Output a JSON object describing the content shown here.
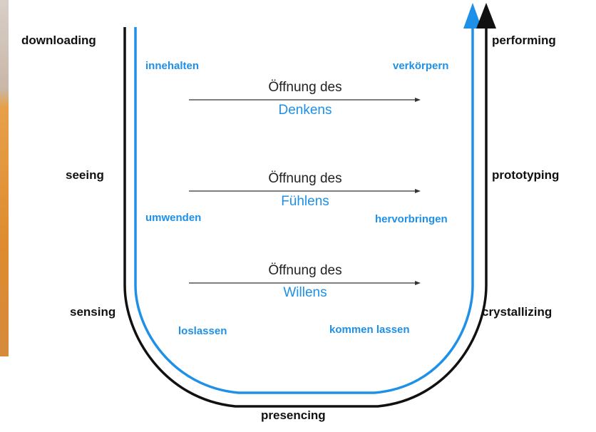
{
  "colors": {
    "black": "#111111",
    "blue": "#1e90e8"
  },
  "left_stages": [
    "downloading",
    "seeing",
    "sensing"
  ],
  "bottom_stage": "presencing",
  "right_stages": [
    "performing",
    "prototyping",
    "crystallizing"
  ],
  "inner_left": [
    "innehalten",
    "umwenden",
    "loslassen"
  ],
  "inner_right": [
    "verkörpern",
    "hervorbringen",
    "kommen lassen"
  ],
  "openings": [
    {
      "line1": "Öffnung des",
      "line2": "Denkens"
    },
    {
      "line1": "Öffnung des",
      "line2": "Fühlens"
    },
    {
      "line1": "Öffnung des",
      "line2": "Willens"
    }
  ]
}
